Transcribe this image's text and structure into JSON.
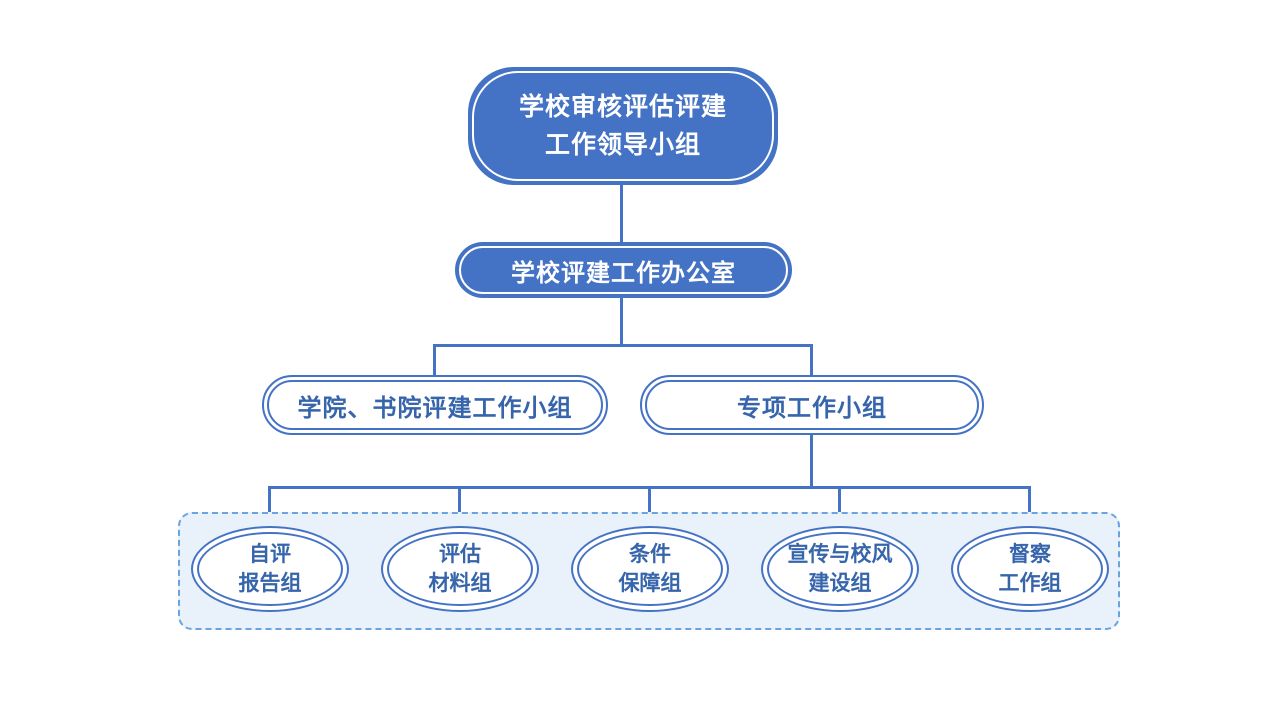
{
  "diagram": {
    "root": {
      "line1": "学校审核评估评建",
      "line2": "工作领导小组"
    },
    "office": {
      "label": "学校评建工作办公室"
    },
    "branches": [
      {
        "label": "学院、书院评建工作小组"
      },
      {
        "label": "专项工作小组"
      }
    ],
    "special_groups": [
      {
        "line1": "自评",
        "line2": "报告组"
      },
      {
        "line1": "评估",
        "line2": "材料组"
      },
      {
        "line1": "条件",
        "line2": "保障组"
      },
      {
        "line1": "宣传与校风",
        "line2": "建设组"
      },
      {
        "line1": "督察",
        "line2": "工作组"
      }
    ],
    "colors": {
      "primary_blue": "#4472c4",
      "node_text_blue": "#3765ab",
      "container_bg": "#e9f1fb",
      "container_border": "#6ba2e0",
      "node_inner_ring_white": "#ffffff"
    }
  }
}
